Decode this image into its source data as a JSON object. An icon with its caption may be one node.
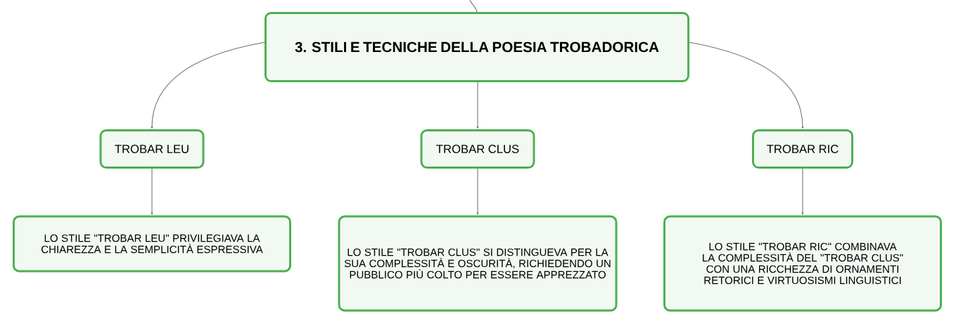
{
  "diagram": {
    "nodes": [
      {
        "text": [
          "3. STILI E TECNICHE DELLA POESIA TROBADORICA"
        ]
      },
      {
        "text": [
          "TROBAR LEU"
        ]
      },
      {
        "text": [
          "TROBAR CLUS"
        ]
      },
      {
        "text": [
          "TROBAR RIC"
        ]
      },
      {
        "text": [
          "LO STILE \"TROBAR LEU\" PRIVILEGIAVA LA CHIAREZZA E LA SEMPLICITÀ ESPRESSIVA"
        ]
      },
      {
        "text": [
          "LO STILE \"TROBAR CLUS\" SI DISTINGUEVA PER LA SUA COMPLESSITÀ E OSCURITÀ, RICHIEDENDO UN PUBBLICO PIÙ COLTO PER ESSERE APPREZZATO"
        ]
      },
      {
        "text": [
          "LO STILE \"TROBAR RIC\" COMBINAVA LA COMPLESSITÀ DEL \"TROBAR CLUS\" CON UNA RICCHEZZA DI ORNAMENTI RETORICI E VIRTUOSISMI LINGUISTICI"
        ]
      }
    ],
    "edges": [
      {
        "from": null,
        "to": 0,
        "arrow": "none"
      },
      {
        "from": 0,
        "to": 1,
        "arrow": "to"
      },
      {
        "from": 0,
        "to": 2,
        "arrow": "to"
      },
      {
        "from": 0,
        "to": 3,
        "arrow": "to"
      },
      {
        "from": 1,
        "to": 4,
        "arrow": "to"
      },
      {
        "from": 2,
        "to": 5,
        "arrow": "to"
      },
      {
        "from": 3,
        "to": 6,
        "arrow": "to"
      }
    ]
  }
}
